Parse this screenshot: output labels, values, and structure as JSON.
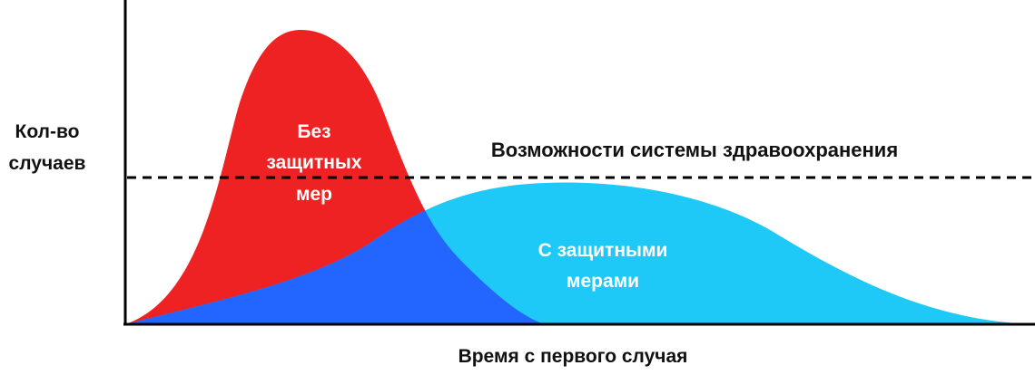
{
  "diagram": {
    "y_axis_label_line1": "Кол-во",
    "y_axis_label_line2": "случаев",
    "x_axis_label": "Время с первого случая",
    "capacity_label": "Возможности системы здравоохранения",
    "without_measures_line1": "Без",
    "without_measures_line2": "защитных",
    "without_measures_line3": "мер",
    "with_measures_line1": "С защитными",
    "with_measures_line2": "мерами",
    "colors": {
      "without_measures": "#ee2222",
      "with_measures": "#1ec8f7",
      "overlap": "#2266ff",
      "axis": "#000000",
      "text_dark": "#111111",
      "text_light": "#ffffff"
    }
  }
}
